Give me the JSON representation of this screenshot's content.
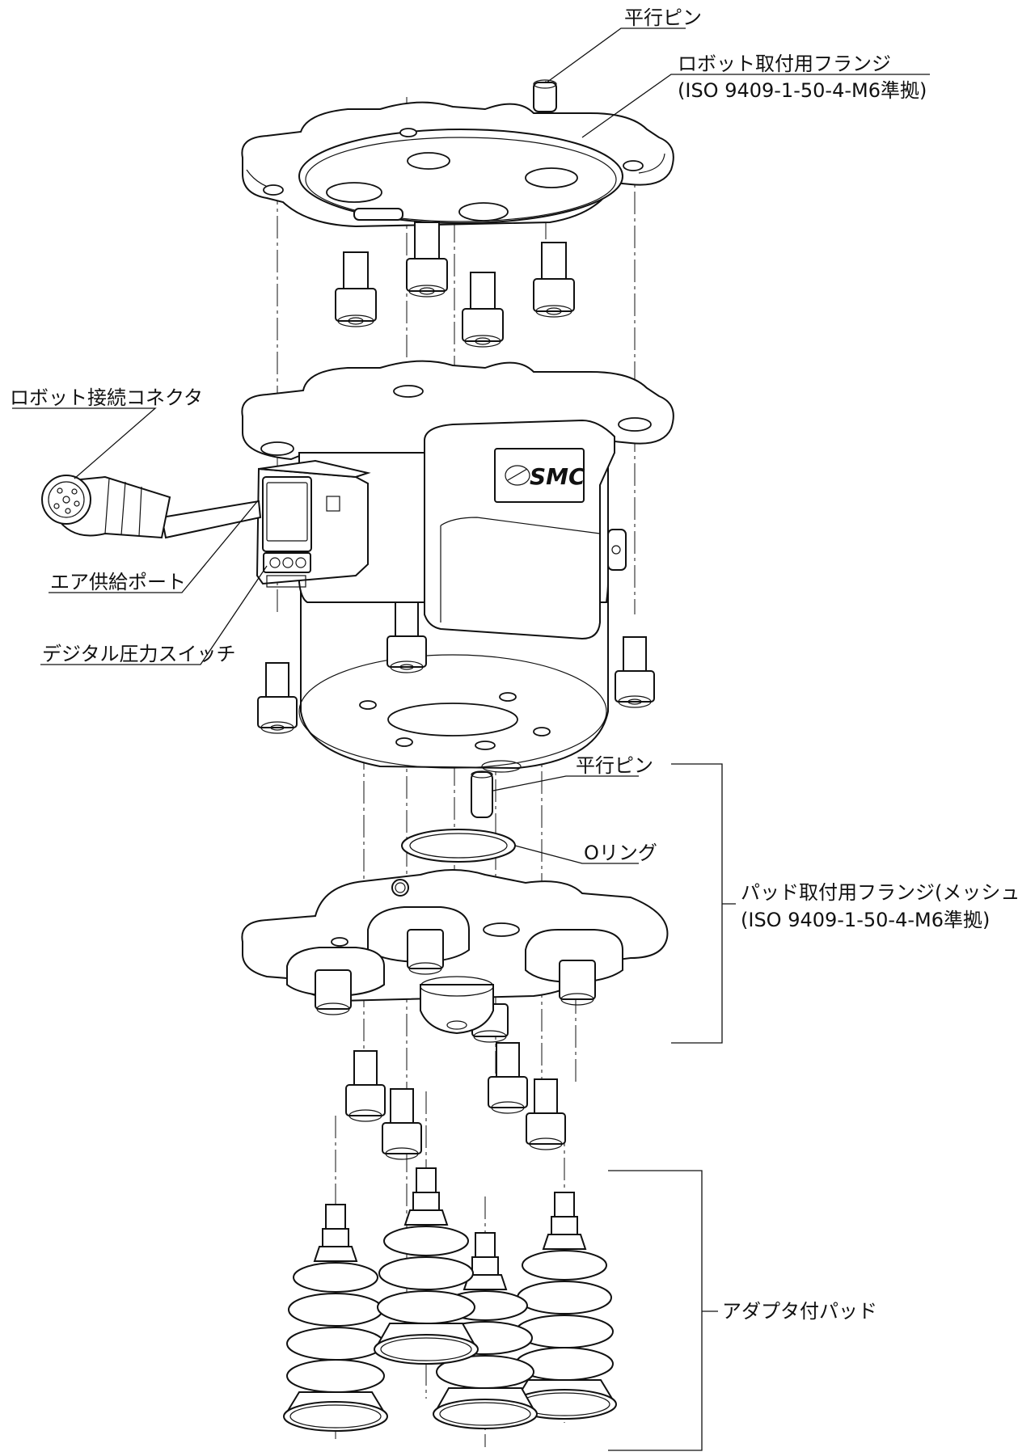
{
  "labels": {
    "parallel_pin_top": "平行ピン",
    "robot_flange_line1": "ロボット取付用フランジ",
    "robot_flange_line2": "(ISO 9409-1-50-4-M6準拠)",
    "robot_connector": "ロボット接続コネクタ",
    "air_supply_port": "エア供給ポート",
    "digital_pressure_switch": "デジタル圧力スイッチ",
    "parallel_pin_mid": "平行ピン",
    "o_ring": "Oリング",
    "pad_flange_line1": "パッド取付用フランジ(メッシュ付)",
    "pad_flange_line2": "(ISO 9409-1-50-4-M6準拠)",
    "adapter_pads": "アダプタ付パッド"
  },
  "logo_text": "SMC",
  "colors": {
    "line": "#111111",
    "background": "#ffffff"
  }
}
